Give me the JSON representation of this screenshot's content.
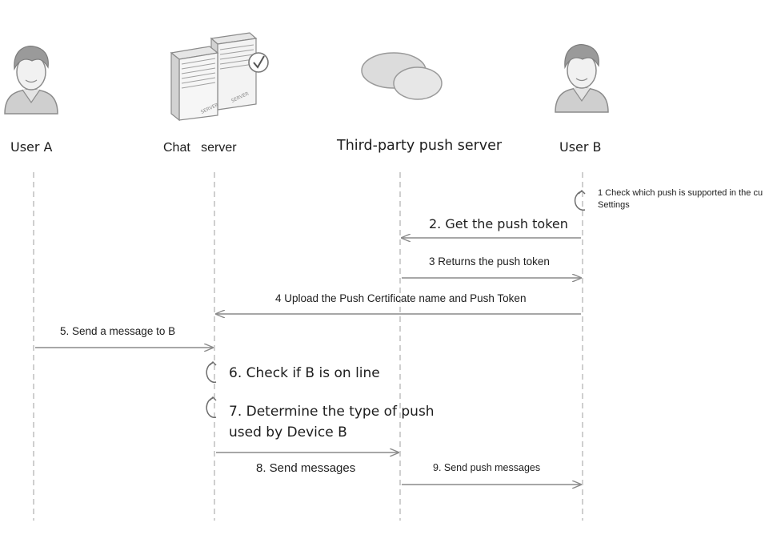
{
  "actors": {
    "user_a": "User A",
    "chat_server": "Chat   server",
    "push_server": "Third-party push server",
    "user_b": "User B"
  },
  "icons": {
    "user_a": "user-avatar-icon",
    "chat_server": "server-rack-icon",
    "push_server": "cloud-icon",
    "user_b": "user-avatar-icon",
    "self_loop": "circular-arrow-icon"
  },
  "server_icon_labels": {
    "left": "SERVER",
    "right": "SERVER"
  },
  "steps": {
    "s1_line1": "1 Check which push is supported in the cu",
    "s1_line2": "Settings",
    "s2": "2. Get the push token",
    "s3": "3 Returns the push token",
    "s4": "4 Upload the Push Certificate name and Push Token",
    "s5": "5. Send a message to B",
    "s6": "6. Check if B is on line",
    "s7_line1": "7. Determine the type of push",
    "s7_line2": "used by Device B",
    "s8": "8. Send messages",
    "s9": "9. Send push messages"
  },
  "colors": {
    "line": "#8a8a8a",
    "lifeline": "#b5b5b5",
    "text": "#1d1d1d"
  }
}
